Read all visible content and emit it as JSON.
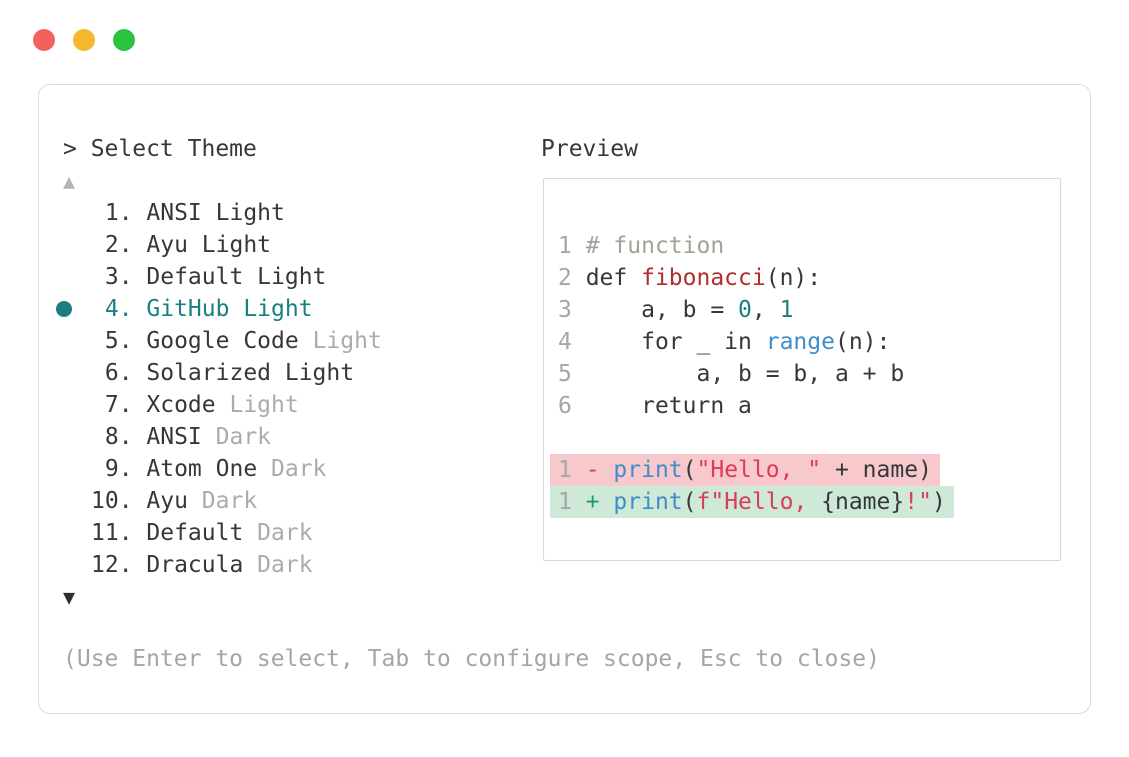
{
  "window": {
    "traffic_lights": [
      {
        "name": "close",
        "color": "#f2615b"
      },
      {
        "name": "minimize",
        "color": "#f4b72d"
      },
      {
        "name": "zoom",
        "color": "#2bc33f"
      }
    ]
  },
  "theme_picker": {
    "prompt": "> Select Theme",
    "scroll_up_indicator": "▲",
    "scroll_down_indicator": "▼",
    "hint": "(Use Enter to select, Tab to configure scope, Esc to close)",
    "selected_number": "4",
    "items": [
      {
        "number": "1",
        "label": "ANSI Light",
        "dim_suffix": "",
        "selected": false
      },
      {
        "number": "2",
        "label": "Ayu Light",
        "dim_suffix": "",
        "selected": false
      },
      {
        "number": "3",
        "label": "Default Light",
        "dim_suffix": "",
        "selected": false
      },
      {
        "number": "4",
        "label": "GitHub Light",
        "dim_suffix": "",
        "selected": true
      },
      {
        "number": "5",
        "label": "Google Code",
        "dim_suffix": "Light",
        "selected": false
      },
      {
        "number": "6",
        "label": "Solarized Light",
        "dim_suffix": "",
        "selected": false
      },
      {
        "number": "7",
        "label": "Xcode",
        "dim_suffix": "Light",
        "selected": false
      },
      {
        "number": "8",
        "label": "ANSI",
        "dim_suffix": "Dark",
        "selected": false
      },
      {
        "number": "9",
        "label": "Atom One",
        "dim_suffix": "Dark",
        "selected": false
      },
      {
        "number": "10",
        "label": "Ayu",
        "dim_suffix": "Dark",
        "selected": false
      },
      {
        "number": "11",
        "label": "Default",
        "dim_suffix": "Dark",
        "selected": false
      },
      {
        "number": "12",
        "label": "Dracula",
        "dim_suffix": "Dark",
        "selected": false
      }
    ]
  },
  "preview": {
    "title": "Preview",
    "lines": [
      {
        "num": "1",
        "tokens": [
          [
            "comment",
            "# function"
          ]
        ]
      },
      {
        "num": "2",
        "tokens": [
          [
            "plain",
            "def "
          ],
          [
            "func",
            "fibonacci"
          ],
          [
            "plain",
            "(n):"
          ]
        ]
      },
      {
        "num": "3",
        "tokens": [
          [
            "plain",
            "    a, b = "
          ],
          [
            "num",
            "0"
          ],
          [
            "plain",
            ", "
          ],
          [
            "num",
            "1"
          ]
        ]
      },
      {
        "num": "4",
        "tokens": [
          [
            "plain",
            "    for _ in "
          ],
          [
            "call",
            "range"
          ],
          [
            "plain",
            "(n):"
          ]
        ]
      },
      {
        "num": "5",
        "tokens": [
          [
            "plain",
            "        a, b = b, a + b"
          ]
        ]
      },
      {
        "num": "6",
        "tokens": [
          [
            "plain",
            "    return a"
          ]
        ]
      },
      {
        "num": "",
        "tokens": []
      },
      {
        "num": "1",
        "sign": "-",
        "bg": "removed_bg",
        "tokens": [
          [
            "call",
            "print"
          ],
          [
            "plain",
            "("
          ],
          [
            "str",
            "\"Hello, \""
          ],
          [
            "plain",
            " + name)"
          ]
        ]
      },
      {
        "num": "1",
        "sign": "+",
        "bg": "added_bg",
        "tokens": [
          [
            "call",
            "print"
          ],
          [
            "plain",
            "("
          ],
          [
            "str",
            "f\"Hello, "
          ],
          [
            "plain",
            "{name}"
          ],
          [
            "str",
            "!\""
          ],
          [
            "plain",
            ")"
          ]
        ]
      }
    ]
  },
  "colors": {
    "text": "#34383d",
    "dim": "#ababab",
    "selected": "#1b7f82",
    "line_number": "#a6a6a6",
    "comment": "#a2a295",
    "plain": "#34383d",
    "func": "#b02d2e",
    "num": "#1b7f82",
    "call": "#3e8ec9",
    "str": "#de3b56",
    "diff_minus": "#d6404e",
    "diff_plus": "#1b9b76",
    "removed_bg": "#f8c9cc",
    "added_bg": "#cfe9d9"
  }
}
